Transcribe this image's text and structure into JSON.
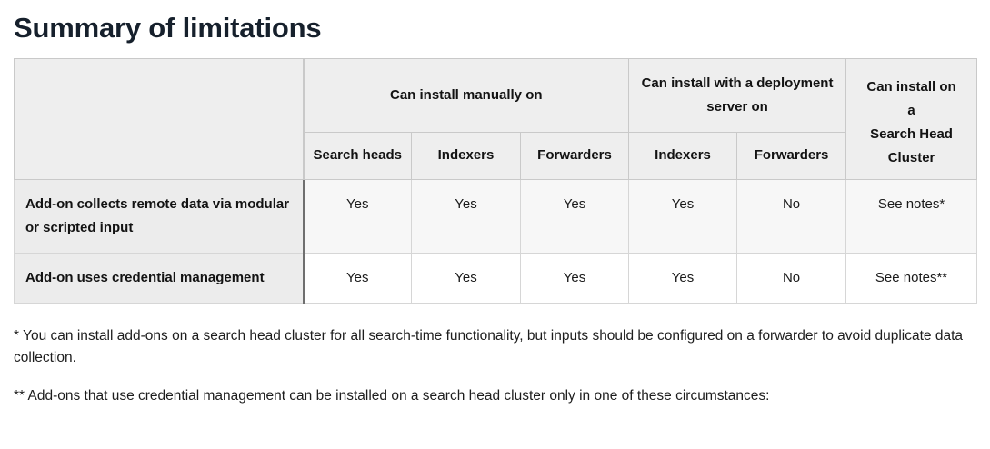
{
  "page": {
    "title": "Summary of limitations"
  },
  "table": {
    "corner_label": "",
    "group_headers": [
      {
        "label": "Can install manually on"
      },
      {
        "label": "Can install with a deployment server on"
      },
      {
        "label": "Can install on a",
        "label_line2": "a",
        "label_line3": "Search Head Cluster"
      }
    ],
    "shc_header": {
      "line1": "Can install on",
      "line2": "a",
      "line3": "Search Head",
      "line4": "Cluster"
    },
    "sub_headers": [
      {
        "label": "Search heads"
      },
      {
        "label": "Indexers"
      },
      {
        "label": "Forwarders"
      },
      {
        "label": "Indexers"
      },
      {
        "label": "Forwarders"
      }
    ],
    "rows": [
      {
        "label": "Add-on collects remote data via modular or scripted input",
        "values": [
          {
            "text": "Yes",
            "bold": false
          },
          {
            "text": "Yes",
            "bold": false
          },
          {
            "text": "Yes",
            "bold": false
          },
          {
            "text": "Yes",
            "bold": false
          },
          {
            "text": "No",
            "bold": true
          },
          {
            "text": "See notes*",
            "bold": true
          }
        ]
      },
      {
        "label": "Add-on uses credential management",
        "values": [
          {
            "text": "Yes",
            "bold": false
          },
          {
            "text": "Yes",
            "bold": false
          },
          {
            "text": "Yes",
            "bold": false
          },
          {
            "text": "Yes",
            "bold": false
          },
          {
            "text": "No",
            "bold": true
          },
          {
            "text": "See notes**",
            "bold": true
          }
        ]
      }
    ]
  },
  "footnotes": [
    "* You can install add-ons on a search head cluster for all search-time functionality, but inputs should be configured on a forwarder to avoid duplicate data collection.",
    "** Add-ons that use credential management can be installed on a search head cluster only in one of these circumstances:"
  ],
  "colors": {
    "header_bg": "#eeeeee",
    "row_label_bg": "#ececec",
    "row_shaded_bg": "#f7f7f7",
    "title_color": "#16202c",
    "border": "#d6d6d6",
    "border_strong": "#6f6f6f"
  }
}
